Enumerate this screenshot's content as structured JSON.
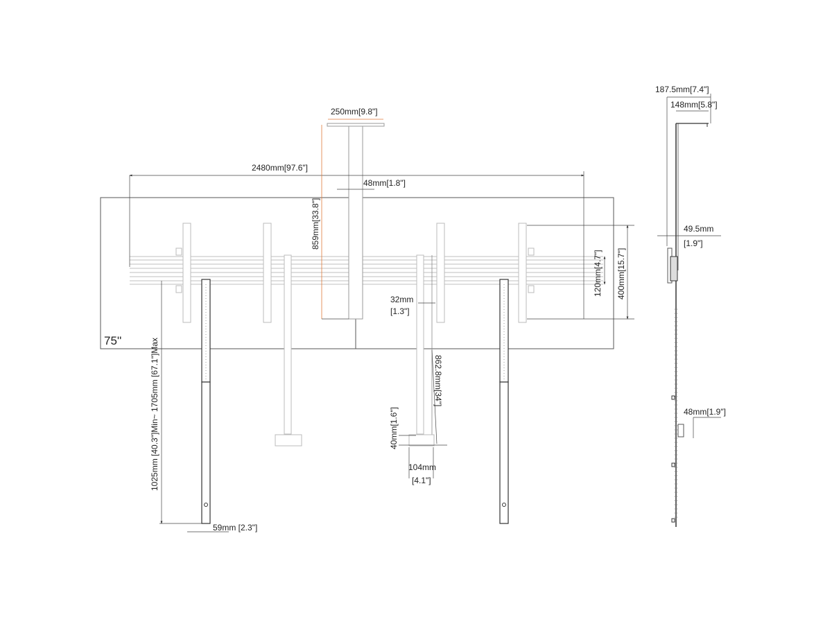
{
  "screen_size_label": "75''",
  "front_view": {
    "ceiling_plate_width": "250mm[9.8\"]",
    "overall_width": "2480mm[97.6\"]",
    "pole_width": "48mm[1.8\"]",
    "pole_height": "859mm[33.8\"]",
    "rail_height": "120mm[4.7\"]",
    "bracket_height": "400mm[15.7\"]",
    "post_width_mm": "32mm",
    "post_width_in": "[1.3\"]",
    "post_length": "862.8mm[34\"]",
    "foot_height": "40mm[1.6\"]",
    "foot_width_mm": "104mm",
    "foot_width_in": "[4.1\"]",
    "leg_length": "1025mm [40.3\"]Min~ 1705mm [67.1\"]Max",
    "leg_width": "59mm [2.3\"]"
  },
  "side_view": {
    "top_depth": "187.5mm[7.4\"]",
    "arm_depth": "148mm[5.8\"]",
    "mount_depth_mm": "49.5mm",
    "mount_depth_in": "[1.9\"]",
    "foot_depth": "48mm[1.9\"]"
  },
  "colors": {
    "line": "#333333",
    "accent_dimension": "#e07a3a"
  }
}
